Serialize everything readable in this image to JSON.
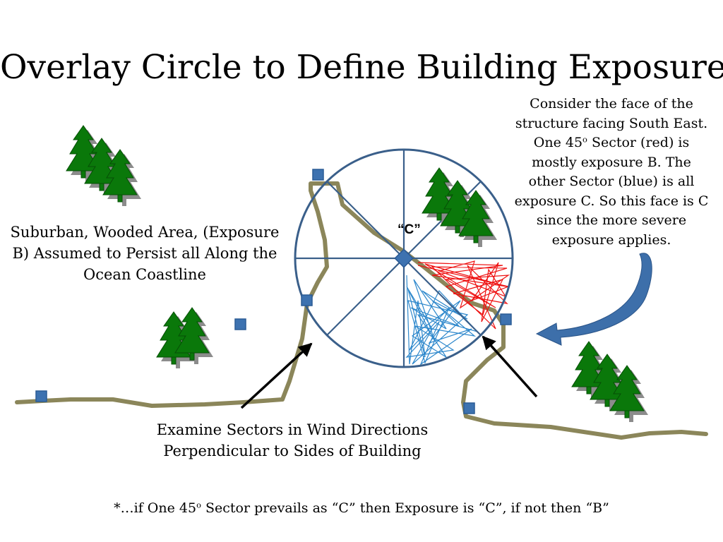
{
  "title": "Overlay Circle to Define Building Exposure*",
  "notes": {
    "right": {
      "text_a": "Consider the face of the structure facing South East. One 45",
      "sup": "o",
      "text_b": " Sector (red) is mostly exposure B. The other Sector (blue) is all exposure C. So this face is C since the more severe exposure applies."
    },
    "left": "Suburban, Wooded Area, (Exposure B) Assumed to Persist all Along the Ocean Coastline",
    "bottom": "Examine Sectors in Wind Directions Perpendicular to Sides of Building"
  },
  "footnote": {
    "text_a": "*…if One 45",
    "sup": "o",
    "text_b": " Sector prevails as “C” then Exposure is “C”, if not then “B”"
  },
  "circle_label": "“C”",
  "colors": {
    "circle": "#3a5f8a",
    "coastline": "#8b865a",
    "marker": "#3d72b0",
    "tree": "#0a780a",
    "tree_shadow": "#8c8c8c",
    "red_sector": "#ee1111",
    "blue_sector": "#2e88cc",
    "curved_arrow": "#3d6faa"
  },
  "icons": {
    "tree": "pine-tree-icon",
    "marker": "square-marker-icon"
  }
}
